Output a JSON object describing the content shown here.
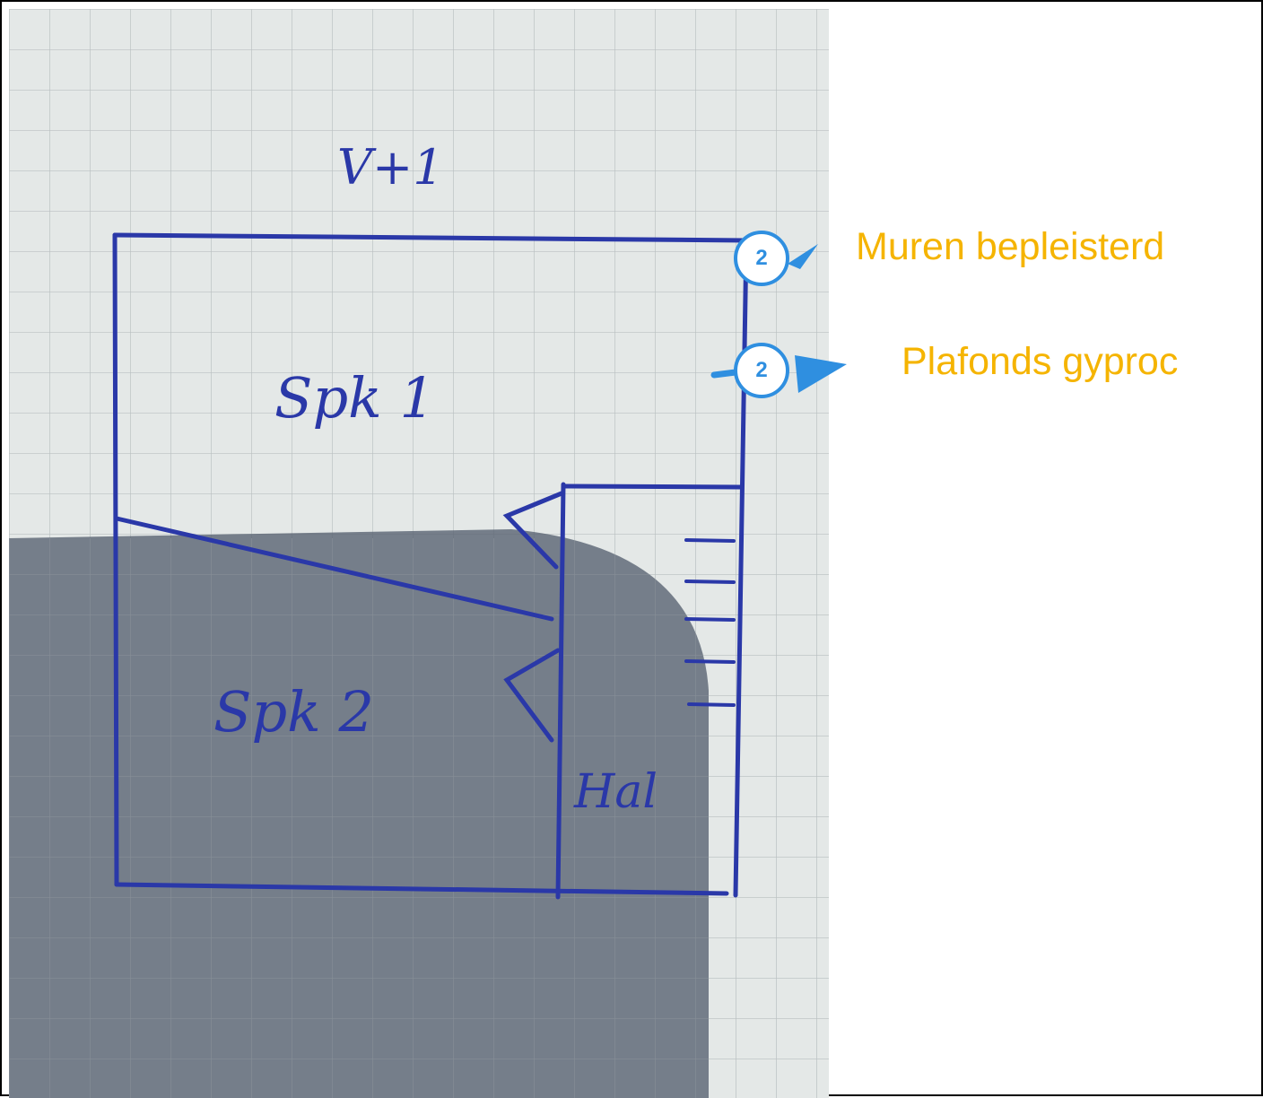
{
  "sketch": {
    "floor_label": "V+1",
    "room1_label": "Spk 1",
    "room2_label": "Spk 2",
    "hall_label": "Hal"
  },
  "annotations": [
    {
      "badge": "2",
      "text": "Muren bepleisterd"
    },
    {
      "badge": "2",
      "text": "Plafonds gyproc"
    }
  ],
  "colors": {
    "pen": "#2a38a8",
    "badge": "#2f8fe0",
    "label": "#f5b400",
    "paper": "#e3e7e6",
    "shadow": "#5c6574"
  }
}
